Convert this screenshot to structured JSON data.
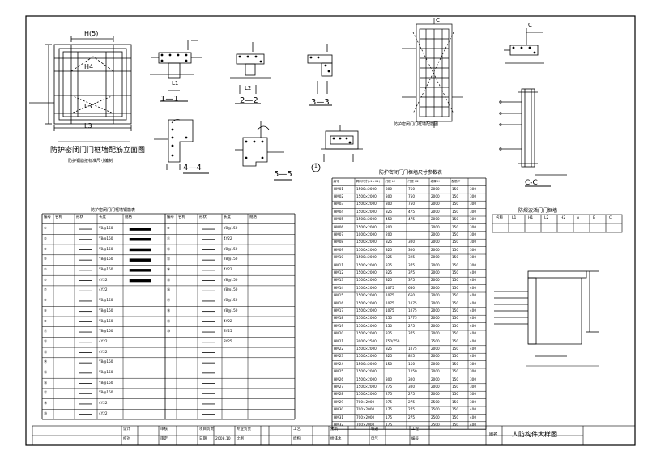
{
  "elevation": {
    "caption": "防护密闭门门框墙配筋立面图",
    "sub": "防护钢筋按标准尺寸编制",
    "h5": "H(5)",
    "h4": "H4",
    "l3": "L3"
  },
  "sections": {
    "s11": "1—1",
    "s22": "2—2",
    "s33": "3—3",
    "s44": "4—4",
    "s55": "5—5",
    "cc": "C-C",
    "c": "C",
    "circle1": "1",
    "l1": "L1",
    "l2": "L2"
  },
  "side_detail": {
    "caption": "防护密闭门门框墙配筋图"
  },
  "table_titles": {
    "left": "防护密闭门门框墙钢筋表",
    "middle": "防护密闭门门框墙尺寸参数表",
    "small": "防爆波活门门框墙"
  },
  "left_table": {
    "headers": [
      "编号",
      "名称",
      "形状",
      "长度",
      "规格",
      "编号",
      "名称",
      "形状",
      "长度",
      "规格"
    ],
    "rows": [
      [
        "①",
        "",
        "",
        "Y8@150",
        "",
        "⑩",
        "",
        "",
        "Y8@150",
        ""
      ],
      [
        "②",
        "",
        "",
        "Y8@150",
        "",
        "⑪",
        "",
        "",
        "4Y22",
        ""
      ],
      [
        "③",
        "",
        "",
        "Y8@150",
        "",
        "⑫",
        "",
        "",
        "Y8@150",
        ""
      ],
      [
        "④",
        "",
        "",
        "Y8@150",
        "",
        "⑬",
        "",
        "",
        "Y8@150",
        ""
      ],
      [
        "⑤",
        "",
        "",
        "Y8@150",
        "",
        "⑭",
        "",
        "",
        "4Y22",
        ""
      ],
      [
        "⑥",
        "",
        "",
        "4Y22",
        "",
        "⑮",
        "",
        "",
        "Y8@150",
        ""
      ],
      [
        "⑦",
        "",
        "",
        "4Y22",
        "",
        "⑯",
        "",
        "",
        "Y8@150",
        ""
      ],
      [
        "⑧",
        "",
        "",
        "Y8@150",
        "",
        "⑰",
        "",
        "",
        "Y8@150",
        ""
      ],
      [
        "⑨",
        "",
        "",
        "Y8@150",
        "",
        "⑱",
        "",
        "",
        "Y8@150",
        ""
      ],
      [
        "⑩",
        "",
        "",
        "Y8@150",
        "",
        "⑲",
        "",
        "",
        "4Y22",
        ""
      ],
      [
        "⑪",
        "",
        "",
        "Y8@150",
        "",
        "⑳",
        "",
        "",
        "8Y25",
        ""
      ],
      [
        "⑫",
        "",
        "",
        "4Y22",
        "",
        "",
        "",
        "",
        "8Y25",
        ""
      ],
      [
        "⑬",
        "",
        "",
        "4Y22",
        "",
        "",
        "",
        "",
        "",
        ""
      ],
      [
        "⑭",
        "",
        "",
        "Y8@150",
        "",
        "",
        "",
        "",
        "",
        ""
      ],
      [
        "⑮",
        "",
        "",
        "Y8@150",
        "",
        "",
        "",
        "",
        "",
        ""
      ],
      [
        "⑯",
        "",
        "",
        "Y8@150",
        "",
        "",
        "",
        "",
        "",
        ""
      ],
      [
        "⑰",
        "",
        "",
        "Y8@150",
        "",
        "",
        "",
        "",
        "",
        ""
      ],
      [
        "⑱",
        "",
        "",
        "4Y22",
        "",
        "",
        "",
        "",
        "",
        ""
      ],
      [
        "⑲",
        "",
        "",
        "4Y22",
        "",
        "",
        "",
        "",
        "",
        ""
      ]
    ]
  },
  "mid_table": {
    "headers": [
      "编号",
      "洞口尺寸(L1×H1)",
      "门框 L2",
      "门框 H2",
      "墙厚 H",
      "配筋 T"
    ],
    "rows": [
      [
        "HM01",
        "1500×2000",
        "300",
        "750",
        "2000",
        "150",
        "300"
      ],
      [
        "HM02",
        "1500×2000",
        "300",
        "750",
        "2000",
        "150",
        "300"
      ],
      [
        "HM03",
        "1500×2000",
        "300",
        "750",
        "2000",
        "150",
        "300"
      ],
      [
        "HM04",
        "1500×2000",
        "325",
        "475",
        "2000",
        "150",
        "300"
      ],
      [
        "HM05",
        "1500×2000",
        "450",
        "475",
        "2000",
        "150",
        "300"
      ],
      [
        "HM06",
        "1500×2000",
        "200",
        "",
        "2000",
        "150",
        "300"
      ],
      [
        "HM07",
        "1000×2000",
        "200",
        "",
        "2000",
        "150",
        "300"
      ],
      [
        "HM08",
        "1500×2000",
        "325",
        "300",
        "2000",
        "150",
        "300"
      ],
      [
        "HM09",
        "1500×2000",
        "325",
        "300",
        "2000",
        "150",
        "300"
      ],
      [
        "HM10",
        "1500×2000",
        "325",
        "325",
        "2000",
        "150",
        "300"
      ],
      [
        "HM11",
        "1500×2000",
        "325",
        "375",
        "2000",
        "150",
        "300"
      ],
      [
        "HM12",
        "1500×2000",
        "325",
        "375",
        "2000",
        "150",
        "400"
      ],
      [
        "HM13",
        "1500×2000",
        "325",
        "375",
        "2000",
        "150",
        "400"
      ],
      [
        "HM14",
        "1500×2000",
        "1075",
        "650",
        "2000",
        "150",
        "400"
      ],
      [
        "HM15",
        "1500×2000",
        "1075",
        "650",
        "2000",
        "150",
        "400"
      ],
      [
        "HM16",
        "1500×2000",
        "1075",
        "1075",
        "2000",
        "150",
        "400"
      ],
      [
        "HM17",
        "1500×2000",
        "1075",
        "1075",
        "2000",
        "150",
        "400"
      ],
      [
        "HM18",
        "1500×2000",
        "450",
        "1775",
        "2000",
        "150",
        "400"
      ],
      [
        "HM19",
        "1500×2000",
        "450",
        "275",
        "2000",
        "150",
        "400"
      ],
      [
        "HM20",
        "1500×2000",
        "325",
        "375",
        "2000",
        "150",
        "400"
      ],
      [
        "HM21",
        "3000×2500",
        "750/750",
        "",
        "2500",
        "150",
        "400"
      ],
      [
        "HM22",
        "1500×2000",
        "325",
        "1075",
        "2000",
        "150",
        "400"
      ],
      [
        "HM23",
        "1500×2000",
        "325",
        "825",
        "2000",
        "150",
        "400"
      ],
      [
        "HM24",
        "1500×2000",
        "150",
        "150",
        "2000",
        "150",
        "300"
      ],
      [
        "HM25",
        "1500×2000",
        "",
        "1250",
        "2000",
        "150",
        "300"
      ],
      [
        "HM26",
        "1500×2000",
        "300",
        "300",
        "2000",
        "150",
        "300"
      ],
      [
        "HM27",
        "1500×2000",
        "275",
        "300",
        "2000",
        "150",
        "300"
      ],
      [
        "HM28",
        "1500×2000",
        "275",
        "275",
        "2000",
        "150",
        "300"
      ],
      [
        "HM29",
        "700×2000",
        "275",
        "275",
        "2500",
        "150",
        "300"
      ],
      [
        "HM30",
        "700×2000",
        "175",
        "275",
        "2500",
        "150",
        "400"
      ],
      [
        "HM31",
        "700×2000",
        "175",
        "275",
        "2500",
        "150",
        "400"
      ],
      [
        "HM32",
        "700×2000",
        "175",
        "",
        "2500",
        "150",
        "400"
      ]
    ]
  },
  "small_table": {
    "headers": [
      "名称",
      "L1",
      "H1",
      "L2",
      "H2",
      "A",
      "B",
      "C"
    ],
    "values": [
      "",
      "",
      "",
      "",
      "",
      "",
      "",
      ""
    ]
  },
  "title_block": {
    "labels": [
      "设计",
      "校对",
      "审核",
      "审定",
      "项目负责",
      "日期",
      "专业负责",
      "比例",
      "工艺",
      "结构",
      "建筑",
      "给排水",
      "暖通",
      "电气",
      "工程",
      "编号"
    ],
    "values": [
      "",
      "",
      "",
      "",
      "",
      "2008.10",
      "",
      "",
      "",
      "",
      "",
      "",
      "",
      "",
      "",
      ""
    ],
    "drawing_name": "人防构件大样图",
    "drawing_label": "图名"
  }
}
